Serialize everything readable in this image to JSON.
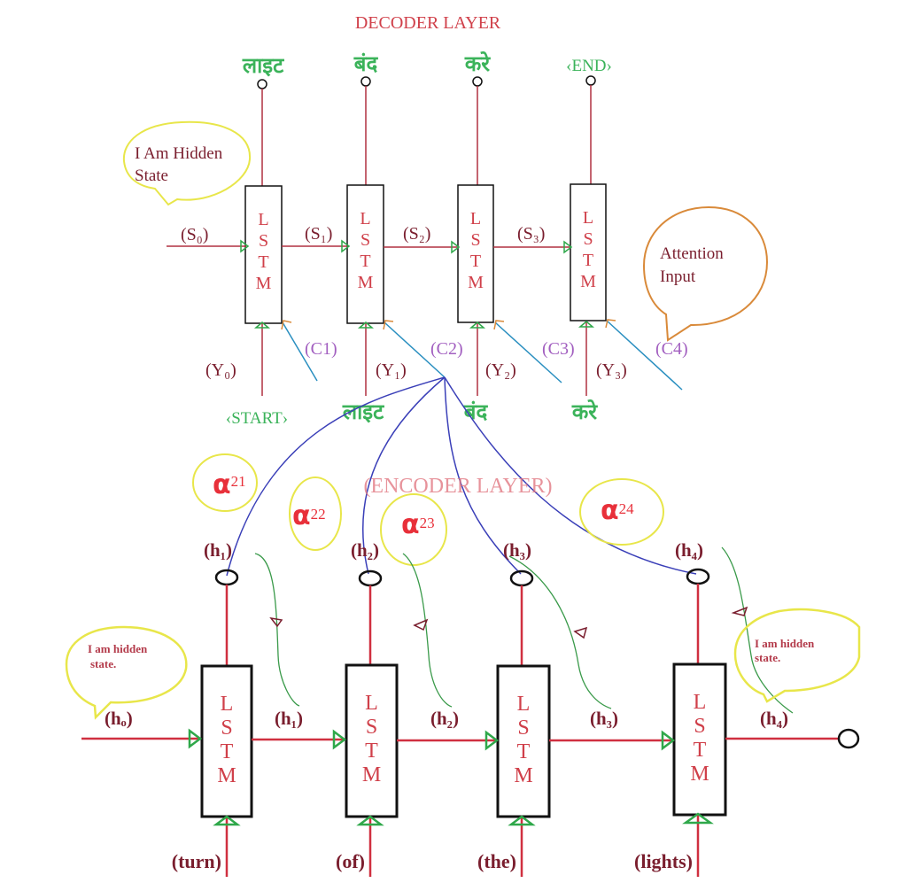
{
  "decoder": {
    "title": "DECODER LAYER",
    "outputs": [
      "लाइट",
      "बंद",
      "करे",
      "‹END›"
    ],
    "cell_label": [
      "L",
      "S",
      "T",
      "M"
    ],
    "states": [
      "(S₀)",
      "(S₁)",
      "(S₂)",
      "(S₃)"
    ],
    "contexts": [
      "(C1)",
      "(C2)",
      "(C3)",
      "(C4)"
    ],
    "inputs_label": [
      "(Y₀)",
      "(Y₁)",
      "(Y₂)",
      "(Y₃)"
    ],
    "input_tokens": [
      "‹START›",
      "लाइट",
      "बंद",
      "करे"
    ],
    "hidden_bubble": [
      "I Am Hidden",
      "State"
    ],
    "attention_bubble": [
      "Attention",
      "Input"
    ]
  },
  "encoder": {
    "title": "(ENCODER LAYER)",
    "cell_label": [
      "L",
      "S",
      "T",
      "M"
    ],
    "outputs": [
      "(h₁)",
      "(h₂)",
      "(h₃)",
      "(h₄)"
    ],
    "states": [
      "(hₒ)",
      "(h₁)",
      "(h₂)",
      "(h₃)",
      "(h₄)"
    ],
    "words": [
      "(turn)",
      "(of)",
      "(the)",
      "(lights)"
    ],
    "weights": [
      {
        "symbol": "α",
        "sub": "21"
      },
      {
        "symbol": "α",
        "sub": "22"
      },
      {
        "symbol": "α",
        "sub": "23"
      },
      {
        "symbol": "α",
        "sub": "24"
      }
    ],
    "hidden_bubble_left": [
      "I am hidden",
      "state."
    ],
    "hidden_bubble_right": [
      "I am hidden",
      "state."
    ]
  },
  "colors": {
    "connector": "#b03040",
    "cell_border": "#111111",
    "arrowhead": "#2fa84a",
    "context_line": "#2a8fc0",
    "attention_line": "#3a3fb8",
    "feedback_line": "#3a9a4a",
    "bubble_yellow": "#e8e64a",
    "bubble_orange": "#d98a3a"
  }
}
